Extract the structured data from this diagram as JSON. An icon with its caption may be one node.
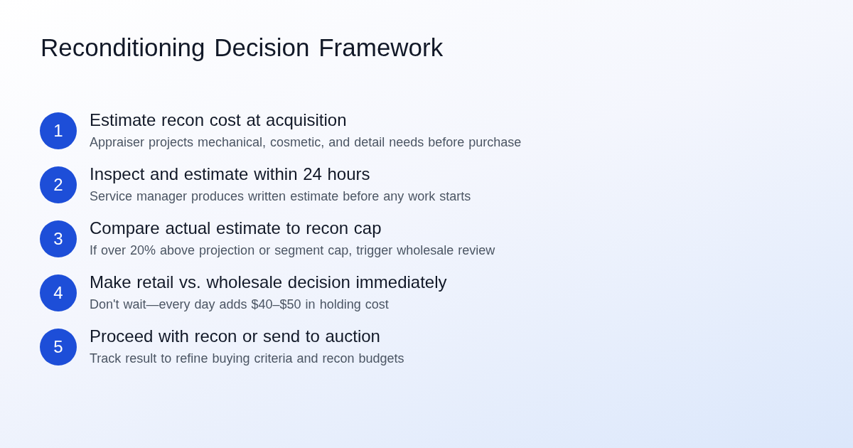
{
  "diagram": {
    "title": "Reconditioning Decision Framework",
    "nodes": [
      {
        "text": [
          "1"
        ],
        "beside": [
          "Estimate recon cost at acquisition",
          "Appraiser projects mechanical, cosmetic, and detail needs before purchase"
        ]
      },
      {
        "text": [
          "2"
        ],
        "beside": [
          "Inspect and estimate within 24 hours",
          "Service manager produces written estimate before any work starts"
        ]
      },
      {
        "text": [
          "3"
        ],
        "beside": [
          "Compare actual estimate to recon cap",
          "If over 20% above projection or segment cap, trigger wholesale review"
        ]
      },
      {
        "text": [
          "4"
        ],
        "beside": [
          "Make retail vs. wholesale decision immediately",
          "Don't wait—every day adds $40–$50 in holding cost"
        ]
      },
      {
        "text": [
          "5"
        ],
        "beside": [
          "Proceed with recon or send to auction",
          "Track result to refine buying criteria and recon budgets"
        ]
      }
    ]
  }
}
